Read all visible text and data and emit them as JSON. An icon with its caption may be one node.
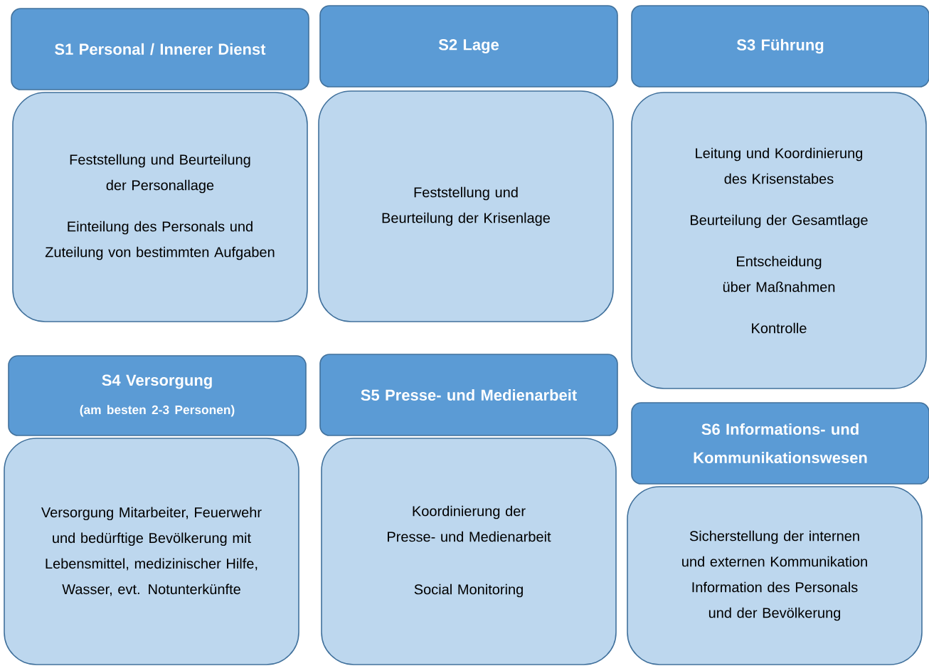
{
  "diagram": {
    "nodes": [
      {
        "text": [
          "S1 Personal / Innerer Dienst"
        ]
      },
      {
        "text": [
          "S2 Lage"
        ]
      },
      {
        "text": [
          "S3 Führung"
        ]
      },
      {
        "text": [
          "Feststellung und Beurteilung der Personallage",
          "Einteilung des Personals und Zuteilung von bestimmten Aufgaben"
        ]
      },
      {
        "text": [
          "Feststellung und Beurteilung der Krisenlage"
        ]
      },
      {
        "text": [
          "Leitung und Koordinierung des Krisenstabes",
          "Beurteilung der Gesamtlage",
          "Entscheidung über Maßnahmen",
          "Kontrolle"
        ]
      },
      {
        "text": [
          "S4 Versorgung",
          "(am besten 2-3 Personen)"
        ]
      },
      {
        "text": [
          "S5 Presse- und Medienarbeit"
        ]
      },
      {
        "text": [
          "S6 Informations- und Kommunikationswesen"
        ]
      },
      {
        "text": [
          "Versorgung Mitarbeiter, Feuerwehr und bedürftige Bevölkerung mit Lebensmittel, medizinischer Hilfe, Wasser, evt. Notunterkünfte"
        ]
      },
      {
        "text": [
          "Koordinierung der Presse- und Medienarbeit",
          "Social Monitoring"
        ]
      },
      {
        "text": [
          "Sicherstellung der internen und externen Kommunikation",
          "Information des Personals und der Bevölkerung"
        ]
      }
    ]
  }
}
